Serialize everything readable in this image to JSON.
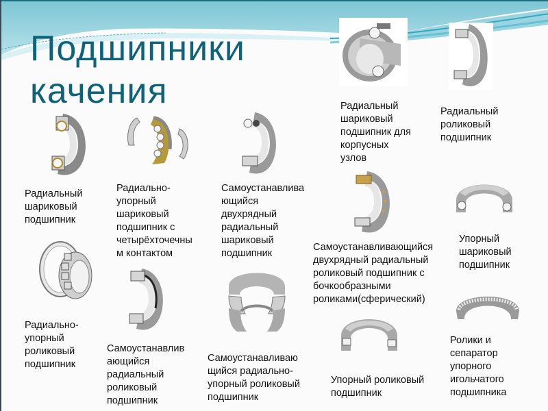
{
  "slide": {
    "title_line1": "Подшипники",
    "title_line2": "качения",
    "accent_color": "#0f6378",
    "wave_colors": [
      "#7fc9d6",
      "#a9dce6",
      "#3fb5cc"
    ]
  },
  "items": [
    {
      "id": "radial-ball-housing",
      "icon": "housing-ball-bearing-icon",
      "label": "Радиальный\nшариковый\nподшипник для\nкорпусных\nузлов"
    },
    {
      "id": "radial-roller",
      "icon": "radial-roller-bearing-icon",
      "label": "Радиальный\nроликовый\nподшипник"
    },
    {
      "id": "radial-ball",
      "icon": "radial-ball-bearing-icon",
      "label": "Радиальный\nшариковый\nподшипник"
    },
    {
      "id": "angular-contact-four-point",
      "icon": "four-point-contact-ball-bearing-icon",
      "label": "Радиально-\nупорный\nшариковый\nподшипник с\nчетырёхточечны\nм контактом"
    },
    {
      "id": "self-aligning-double-row-ball",
      "icon": "self-aligning-ball-bearing-icon",
      "label": "Самоустанавлива\nющийся\nдвухрядный\nрадиальный\nшариковый\nподшипник"
    },
    {
      "id": "spherical-roller",
      "icon": "spherical-roller-bearing-icon",
      "label": "Самоустанавливающийся\nдвухрядный радиальный\nроликовый подшипник с\nбочкообразными\nроликами(сферический)"
    },
    {
      "id": "thrust-ball",
      "icon": "thrust-ball-bearing-icon",
      "label": "Упорный\nшариковый\nподшипник"
    },
    {
      "id": "tapered-roller",
      "icon": "tapered-roller-bearing-icon",
      "label": "Радиально-\nупорный\nроликовый\nподшипник"
    },
    {
      "id": "self-aligning-radial-roller",
      "icon": "self-aligning-roller-bearing-icon",
      "label": "Самоустанавлив\nающийся\nрадиальный\nроликовый\nподшипник"
    },
    {
      "id": "self-aligning-thrust-roller",
      "icon": "spherical-thrust-roller-bearing-icon",
      "label": "Самоустанавливаю\nщийся радиально-\nупорный роликовый\nподшипник"
    },
    {
      "id": "thrust-roller",
      "icon": "thrust-roller-bearing-icon",
      "label": "Упорный роликовый\nподшипник"
    },
    {
      "id": "needle-thrust-cage",
      "icon": "needle-roller-cage-icon",
      "label": "Ролики и\nсепаратор\nупорного\nигольчатого\nподшипника"
    }
  ]
}
